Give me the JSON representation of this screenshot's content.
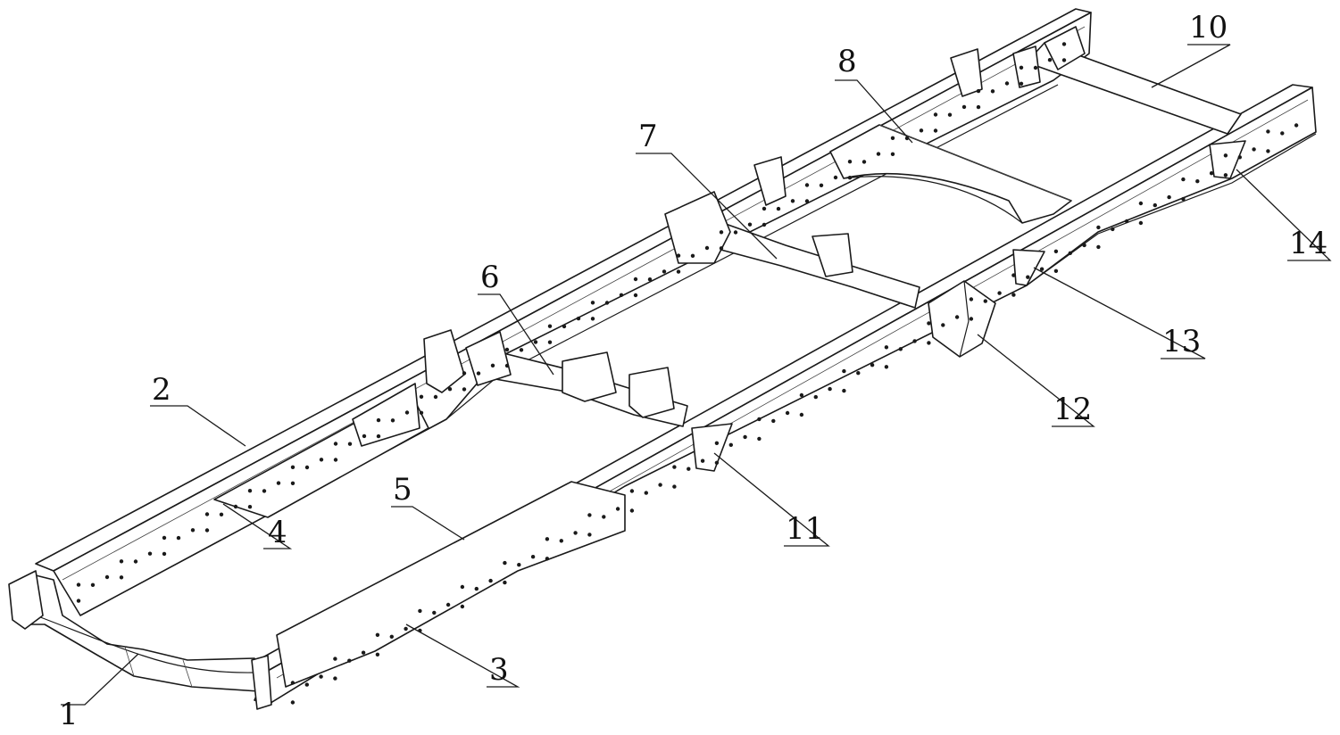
{
  "callouts": [
    {
      "id": "1",
      "label": "1"
    },
    {
      "id": "2",
      "label": "2"
    },
    {
      "id": "3",
      "label": "3"
    },
    {
      "id": "4",
      "label": "4"
    },
    {
      "id": "5",
      "label": "5"
    },
    {
      "id": "6",
      "label": "6"
    },
    {
      "id": "7",
      "label": "7"
    },
    {
      "id": "8",
      "label": "8"
    },
    {
      "id": "10",
      "label": "10"
    },
    {
      "id": "11",
      "label": "11"
    },
    {
      "id": "12",
      "label": "12"
    },
    {
      "id": "13",
      "label": "13"
    },
    {
      "id": "14",
      "label": "14"
    }
  ]
}
